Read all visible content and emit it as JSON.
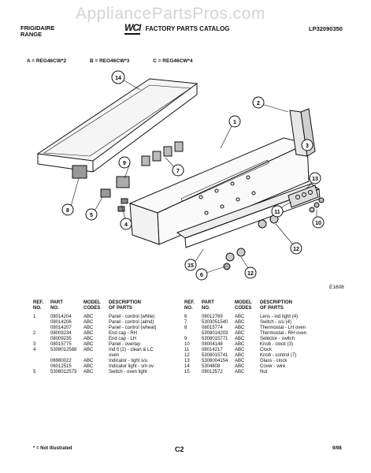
{
  "watermark": "AppliancePartsPros.com",
  "header": {
    "brand_line1": "FRIGIDAIRE",
    "brand_line2": "RANGE",
    "logo": "WCI",
    "catalog_title": "FACTORY PARTS CATALOG",
    "catalog_number": "LP32090350"
  },
  "models": {
    "a": "A = REG46CW*2",
    "b": "B = REG46CW*3",
    "c": "C = REG46CW*4"
  },
  "diagram": {
    "id": "E1608",
    "callouts": [
      "14",
      "9",
      "7",
      "8",
      "5",
      "4",
      "1",
      "2",
      "3",
      "13",
      "11",
      "10",
      "12",
      "15",
      "6",
      "12"
    ]
  },
  "table": {
    "headers": {
      "ref": "REF.\nNO.",
      "part": "PART\nNO.",
      "model": "MODEL\nCODES",
      "desc": "DESCRIPTION\nOF PARTS"
    },
    "left_rows": [
      {
        "ref": "1",
        "part": "08014204",
        "model": "ABC",
        "desc": "Panel - control (white)"
      },
      {
        "ref": "",
        "part": "08014206",
        "model": "ABC",
        "desc": "Panel - control (almd)"
      },
      {
        "ref": "",
        "part": "08014207",
        "model": "ABC",
        "desc": "Panel - control (wheat)"
      },
      {
        "ref": "2",
        "part": "08009234",
        "model": "ABC",
        "desc": "End cap - RH"
      },
      {
        "ref": "",
        "part": "08009235",
        "model": "ABC",
        "desc": "End cap - LH"
      },
      {
        "ref": "3",
        "part": "08015775",
        "model": "ABC",
        "desc": "Panel - overlay"
      },
      {
        "ref": "4",
        "part": "5308012588",
        "model": "ABC",
        "desc": "Ind lt (2) - clean & LC"
      },
      {
        "ref": "",
        "part": "",
        "model": "",
        "desc": "oven"
      },
      {
        "ref": "",
        "part": "06980022",
        "model": "ABC",
        "desc": "Indicator - light s/u"
      },
      {
        "ref": "",
        "part": "06012515",
        "model": "ABC",
        "desc": "Indicator light - sm ov"
      },
      {
        "ref": "5",
        "part": "5308012573",
        "model": "ABC",
        "desc": "Switch - oven light"
      }
    ],
    "right_rows": [
      {
        "ref": "6",
        "part": "08012769",
        "model": "ABC",
        "desc": "Lens - ind light (4)"
      },
      {
        "ref": "7",
        "part": "5303051540",
        "model": "ABC",
        "desc": "Switch - s/u (4)"
      },
      {
        "ref": "8",
        "part": "08015774",
        "model": "ABC",
        "desc": "Thermostat - LH oven"
      },
      {
        "ref": "",
        "part": "5308014203",
        "model": "ABC",
        "desc": "Thermostat - RH oven"
      },
      {
        "ref": "9",
        "part": "5308015771",
        "model": "ABC",
        "desc": "Selector - switch"
      },
      {
        "ref": "10",
        "part": "08004148",
        "model": "ABC",
        "desc": "Knob - clock (3)"
      },
      {
        "ref": "11",
        "part": "08014217",
        "model": "ABC",
        "desc": "Clock"
      },
      {
        "ref": "12",
        "part": "5308015741",
        "model": "ABC",
        "desc": "Knob - control (7)"
      },
      {
        "ref": "13",
        "part": "5306004154",
        "model": "ABC",
        "desc": "Glass - clock"
      },
      {
        "ref": "14",
        "part": "5304808",
        "model": "ABC",
        "desc": "Cover - wire"
      },
      {
        "ref": "15",
        "part": "08012572",
        "model": "ABC",
        "desc": "Nut"
      }
    ]
  },
  "footer": {
    "note": "* = Not Illustrated",
    "page": "C2",
    "date": "9/98"
  }
}
